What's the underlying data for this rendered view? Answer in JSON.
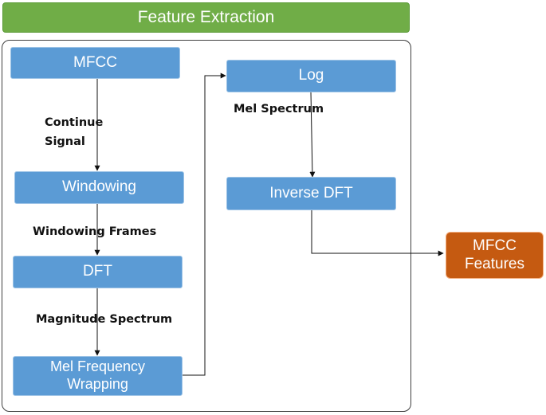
{
  "title": "Feature Extraction",
  "boxes": {
    "mfcc": "MFCC",
    "windowing": "Windowing",
    "dft": "DFT",
    "mel_line1": "Mel Frequency",
    "mel_line2": "Wrapping",
    "log": "Log",
    "inverse_dft": "Inverse DFT",
    "features_line1": "MFCC",
    "features_line2": "Features"
  },
  "labels": {
    "continue_line1": "Continue",
    "continue_line2": "Signal",
    "windowing_frames": "Windowing Frames",
    "magnitude_spectrum": "Magnitude Spectrum",
    "mel_spectrum": "Mel Spectrum"
  },
  "colors": {
    "title_bg": "#70ad47",
    "box_fill": "#5b9bd5",
    "output_fill": "#c55a11"
  }
}
